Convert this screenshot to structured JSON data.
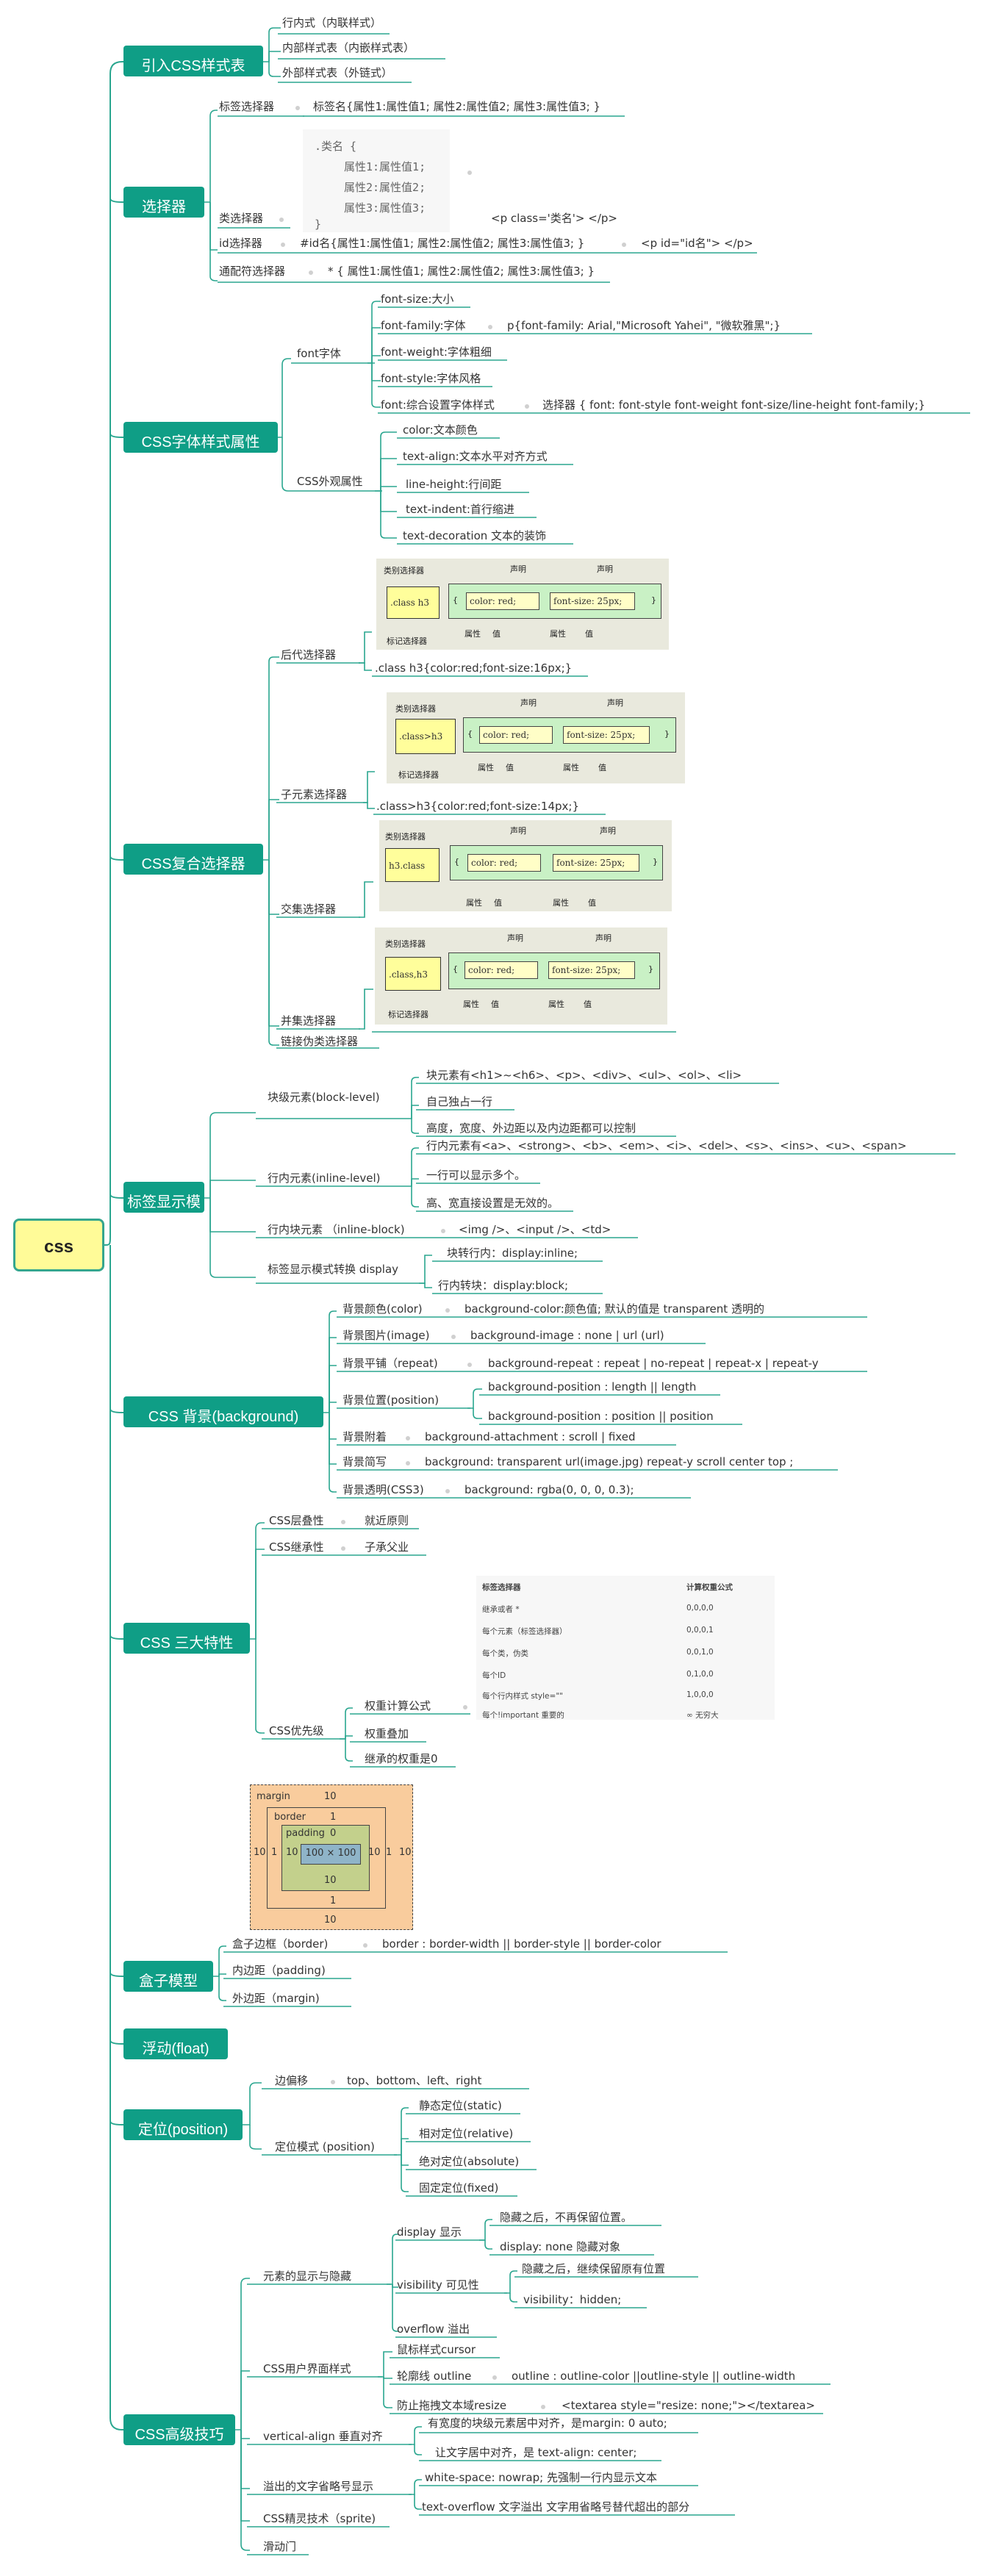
{
  "root": "css",
  "branches": [
    {
      "label": "引入CSS样式表",
      "children": [
        "行内式（内联样式）",
        "内部样式表（内嵌样式表）",
        "外部样式表（外链式）"
      ]
    },
    {
      "label": "选择器",
      "children": {
        "tag": {
          "label": "标签选择器",
          "desc": "标签名{属性1:属性值1; 属性2:属性值2; 属性3:属性值3; }"
        },
        "class": {
          "label": "类选择器",
          "code": [
            ".类名  {",
            "属性1:属性值1;",
            "属性2:属性值2;",
            "属性3:属性值3;",
            "}"
          ],
          "html": "<p class='类名'> </p>"
        },
        "id": {
          "label": "id选择器",
          "desc": "#id名{属性1:属性值1; 属性2:属性值2; 属性3:属性值3; }",
          "html": "<p id=\"id名\"> </p>"
        },
        "universal": {
          "label": "通配符选择器",
          "desc": "* { 属性1:属性值1; 属性2:属性值2; 属性3:属性值3; }"
        }
      }
    },
    {
      "label": "CSS字体样式属性",
      "children": {
        "font": {
          "label": "font字体",
          "items": [
            "font-size:大小",
            "font-family:字体",
            "font-weight:字体粗细",
            "font-style:字体风格",
            "font:综合设置字体样式"
          ],
          "family_example": "p{font-family: Arial,\"Microsoft Yahei\", \"微软雅黑\";}",
          "font_example": "选择器 { font: font-style  font-weight  font-size/line-height  font-family;}"
        },
        "appearance": {
          "label": "CSS外观属性",
          "items": [
            "color:文本颜色",
            "text-align:文本水平对齐方式",
            "line-height:行间距",
            "text-indent:首行缩进",
            "text-decoration 文本的装饰"
          ]
        }
      }
    },
    {
      "label": "CSS复合选择器",
      "children": {
        "descendant": {
          "label": "后代选择器",
          "example": ".class h3{color:red;font-size:16px;}",
          "diagram_sel": ".class h3"
        },
        "child": {
          "label": "子元素选择器",
          "example": ".class>h3{color:red;font-size:14px;}",
          "diagram_sel": ".class>h3"
        },
        "intersection": {
          "label": "交集选择器",
          "diagram_sel": "h3.class"
        },
        "union": {
          "label": "并集选择器",
          "diagram_sel": ".class,h3"
        },
        "pseudo": {
          "label": "链接伪类选择器"
        },
        "diagram_labels": {
          "category": "类别选择器",
          "marker": "标记选择器",
          "declaration": "声明",
          "property": "属性",
          "value": "值",
          "decl1": "color: red;",
          "decl2": "font-size: 25px;",
          "brace_open": "{",
          "brace_close": "}"
        }
      }
    },
    {
      "label": "标签显示模式",
      "children": {
        "block": {
          "label": "块级元素(block-level)",
          "items": [
            "块元素有<h1>~<h6>、<p>、<div>、<ul>、<ol>、<li>",
            "自己独占一行",
            "高度，宽度、外边距以及内边距都可以控制"
          ]
        },
        "inline": {
          "label": "行内元素(inline-level)",
          "items": [
            "行内元素有<a>、<strong>、<b>、<em>、<i>、<del>、<s>、<ins>、<u>、<span>",
            "一行可以显示多个。",
            "高、宽直接设置是无效的。"
          ]
        },
        "inline_block": {
          "label": "行内块元素 （inline-block)",
          "items": [
            "<img />、<input />、<td>"
          ]
        },
        "convert": {
          "label": "标签显示模式转换 display",
          "items": [
            "块转行内：display:inline;",
            "行内转块：display:block;"
          ]
        }
      }
    },
    {
      "label": "CSS 背景(background)",
      "children": [
        {
          "label": "背景颜色(color)",
          "items": [
            "background-color:颜色值;   默认的值是 transparent  透明的"
          ]
        },
        {
          "label": "背景图片(image)",
          "items": [
            "background-image : none | url (url)"
          ]
        },
        {
          "label": "背景平铺（repeat)",
          "items": [
            "background-repeat : repeat | no-repeat | repeat-x | repeat-y"
          ]
        },
        {
          "label": "背景位置(position)",
          "items": [
            "background-position : length || length",
            "background-position : position || position"
          ]
        },
        {
          "label": "背景附着",
          "items": [
            "background-attachment : scroll | fixed"
          ]
        },
        {
          "label": "背景简写",
          "items": [
            "background: transparent url(image.jpg) repeat-y  scroll center top ;"
          ]
        },
        {
          "label": "背景透明(CSS3)",
          "items": [
            "background: rgba(0, 0, 0, 0.3);"
          ]
        }
      ]
    },
    {
      "label": "CSS 三大特性",
      "children": {
        "cascade": {
          "label": "CSS层叠性",
          "items": [
            "就近原则"
          ]
        },
        "inherit": {
          "label": "CSS继承性",
          "items": [
            "子承父业"
          ]
        },
        "priority": {
          "label": "CSS优先级",
          "items": [
            "权重计算公式",
            "权重叠加",
            "继承的权重是0"
          ]
        },
        "table": {
          "headers": [
            "标签选择器",
            "计算权重公式"
          ],
          "rows": [
            [
              "继承或者 *",
              "0,0,0,0"
            ],
            [
              "每个元素（标签选择器）",
              "0,0,0,1"
            ],
            [
              "每个类，伪类",
              "0,0,1,0"
            ],
            [
              "每个ID",
              "0,1,0,0"
            ],
            [
              "每个行内样式 style=\"\"",
              "1,0,0,0"
            ],
            [
              "每个!important  重要的",
              "∞ 无穷大"
            ]
          ]
        }
      }
    },
    {
      "label": "盒子模型",
      "children": [
        {
          "label": "盒子边框（border)",
          "items": [
            "border : border-width || border-style || border-color"
          ]
        },
        {
          "label": "内边距（padding)",
          "items": []
        },
        {
          "label": "外边距（margin)",
          "items": []
        }
      ],
      "box_model": {
        "margin": "margin",
        "border": "border",
        "padding": "padding",
        "content": "100 × 100",
        "v10": "10",
        "v1": "1",
        "v0": "0"
      }
    },
    {
      "label": "浮动(float)",
      "children": []
    },
    {
      "label": "定位(position)",
      "children": {
        "offset": {
          "label": "边偏移",
          "items": [
            "top、bottom、left、right"
          ]
        },
        "mode": {
          "label": "定位模式 (position)",
          "items": [
            "静态定位(static)",
            "相对定位(relative)",
            "绝对定位(absolute)",
            "固定定位(fixed)"
          ]
        }
      }
    },
    {
      "label": "CSS高级技巧",
      "children": {
        "show_hide": {
          "label": "元素的显示与隐藏",
          "items": [
            {
              "label": "display 显示",
              "items": [
                "隐藏之后，不再保留位置。",
                "display: none 隐藏对象"
              ]
            },
            {
              "label": "visibility 可见性",
              "items": [
                "隐藏之后，继续保留原有位置",
                "visibility：hidden;"
              ]
            },
            {
              "label": "overflow 溢出",
              "items": []
            }
          ]
        },
        "ui": {
          "label": "CSS用户界面样式",
          "items": [
            {
              "label": "鼠标样式cursor",
              "items": []
            },
            {
              "label": "轮廓线 outline",
              "items": [
                "outline : outline-color ||outline-style || outline-width"
              ]
            },
            {
              "label": "防止拖拽文本域resize",
              "items": [
                "<textarea  style=\"resize: none;\"></textarea>"
              ]
            }
          ]
        },
        "valign": {
          "label": "vertical-align 垂直对齐",
          "items": [
            "有宽度的块级元素居中对齐，是margin: 0 auto;",
            "让文字居中对齐，是 text-align: center;"
          ]
        },
        "overflow_text": {
          "label": "溢出的文字省略号显示",
          "items": [
            "white-space: nowrap;  先强制一行内显示文本",
            "text-overflow 文字溢出   文字用省略号替代超出的部分"
          ]
        },
        "sprite": {
          "label": "CSS精灵技术（sprite)"
        },
        "door": {
          "label": "滑动门"
        }
      }
    }
  ],
  "colors": {
    "main_bg": "#0f9e86",
    "line": "#2aa68f",
    "root_bg": "#fffb98",
    "diagram_bg": "#e9e9dd",
    "decl_bg": "#c9f1c5",
    "sel_bg": "#fffe9b",
    "box_margin": "#f9cc9d"
  }
}
